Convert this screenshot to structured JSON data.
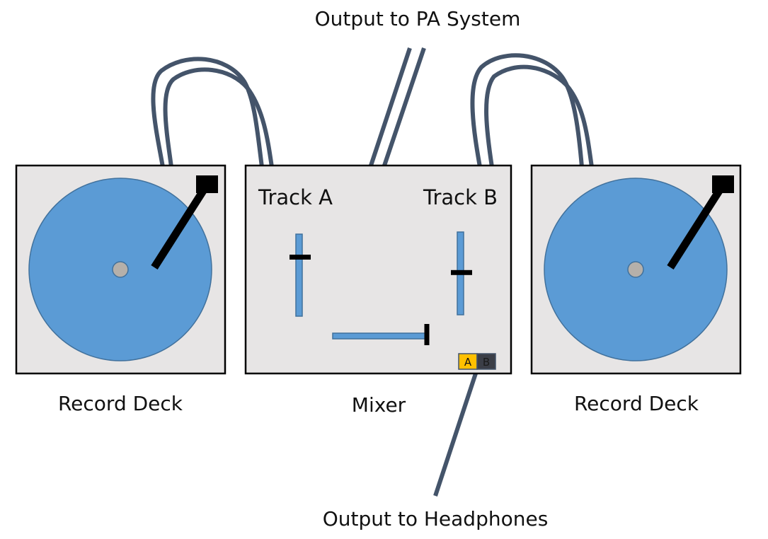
{
  "title": "DJ Setup Diagram",
  "colors": {
    "background": "#ffffff",
    "box_fill": "#e7e5e5",
    "box_stroke": "#000000",
    "platter_fill": "#5b9bd5",
    "platter_stroke": "#41719c",
    "spindle_fill": "#b5b0aa",
    "cable": "#44546a",
    "tonearm": "#000000",
    "fader_fill": "#5b9bd5",
    "fader_stroke": "#41719c",
    "fader_knob": "#000000",
    "badge_a": "#ffc000",
    "badge_b": "#3b3e47"
  },
  "labels": {
    "output_pa": "Output to PA System",
    "output_headphones": "Output to Headphones",
    "deck_left": "Record Deck",
    "deck_right": "Record Deck",
    "mixer": "Mixer"
  },
  "mixer": {
    "track_a_label": "Track A",
    "track_b_label": "Track B",
    "track_a_fader_level": 0.72,
    "track_b_fader_level": 0.51,
    "crossfader_position": 1.0,
    "cue_badge": {
      "a_label": "A",
      "b_label": "B",
      "active": "A"
    }
  },
  "connections": [
    {
      "from": "deck_left",
      "to": "mixer",
      "type": "stereo-cable"
    },
    {
      "from": "deck_right",
      "to": "mixer",
      "type": "stereo-cable"
    },
    {
      "from": "mixer",
      "to": "pa_system",
      "type": "stereo-cable"
    },
    {
      "from": "mixer",
      "to": "headphones",
      "type": "mono-cable"
    }
  ]
}
